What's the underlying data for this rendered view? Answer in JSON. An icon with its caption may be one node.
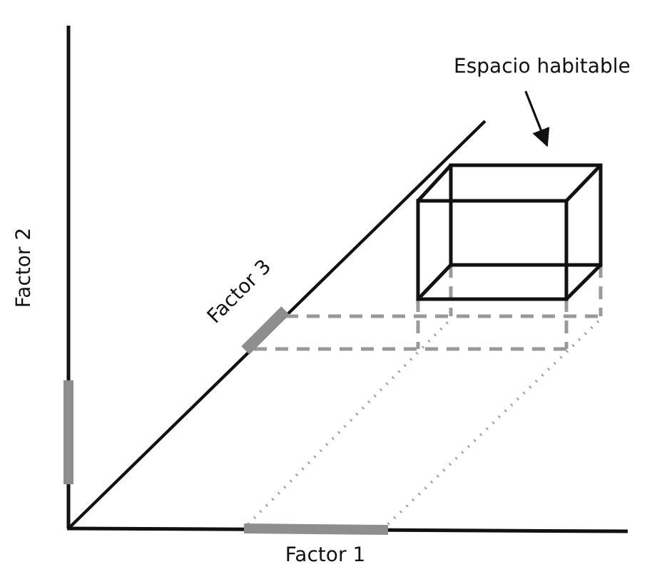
{
  "diagram": {
    "nodes": [
      {
        "text": [
          "Espacio habitable"
        ]
      },
      {
        "text": [],
        "shape": "box"
      }
    ],
    "edges": [
      {
        "from": 0,
        "to": 1,
        "arrow": "to"
      }
    ],
    "labels": [
      "Factor 2",
      "Factor 3",
      "Factor 1"
    ]
  }
}
